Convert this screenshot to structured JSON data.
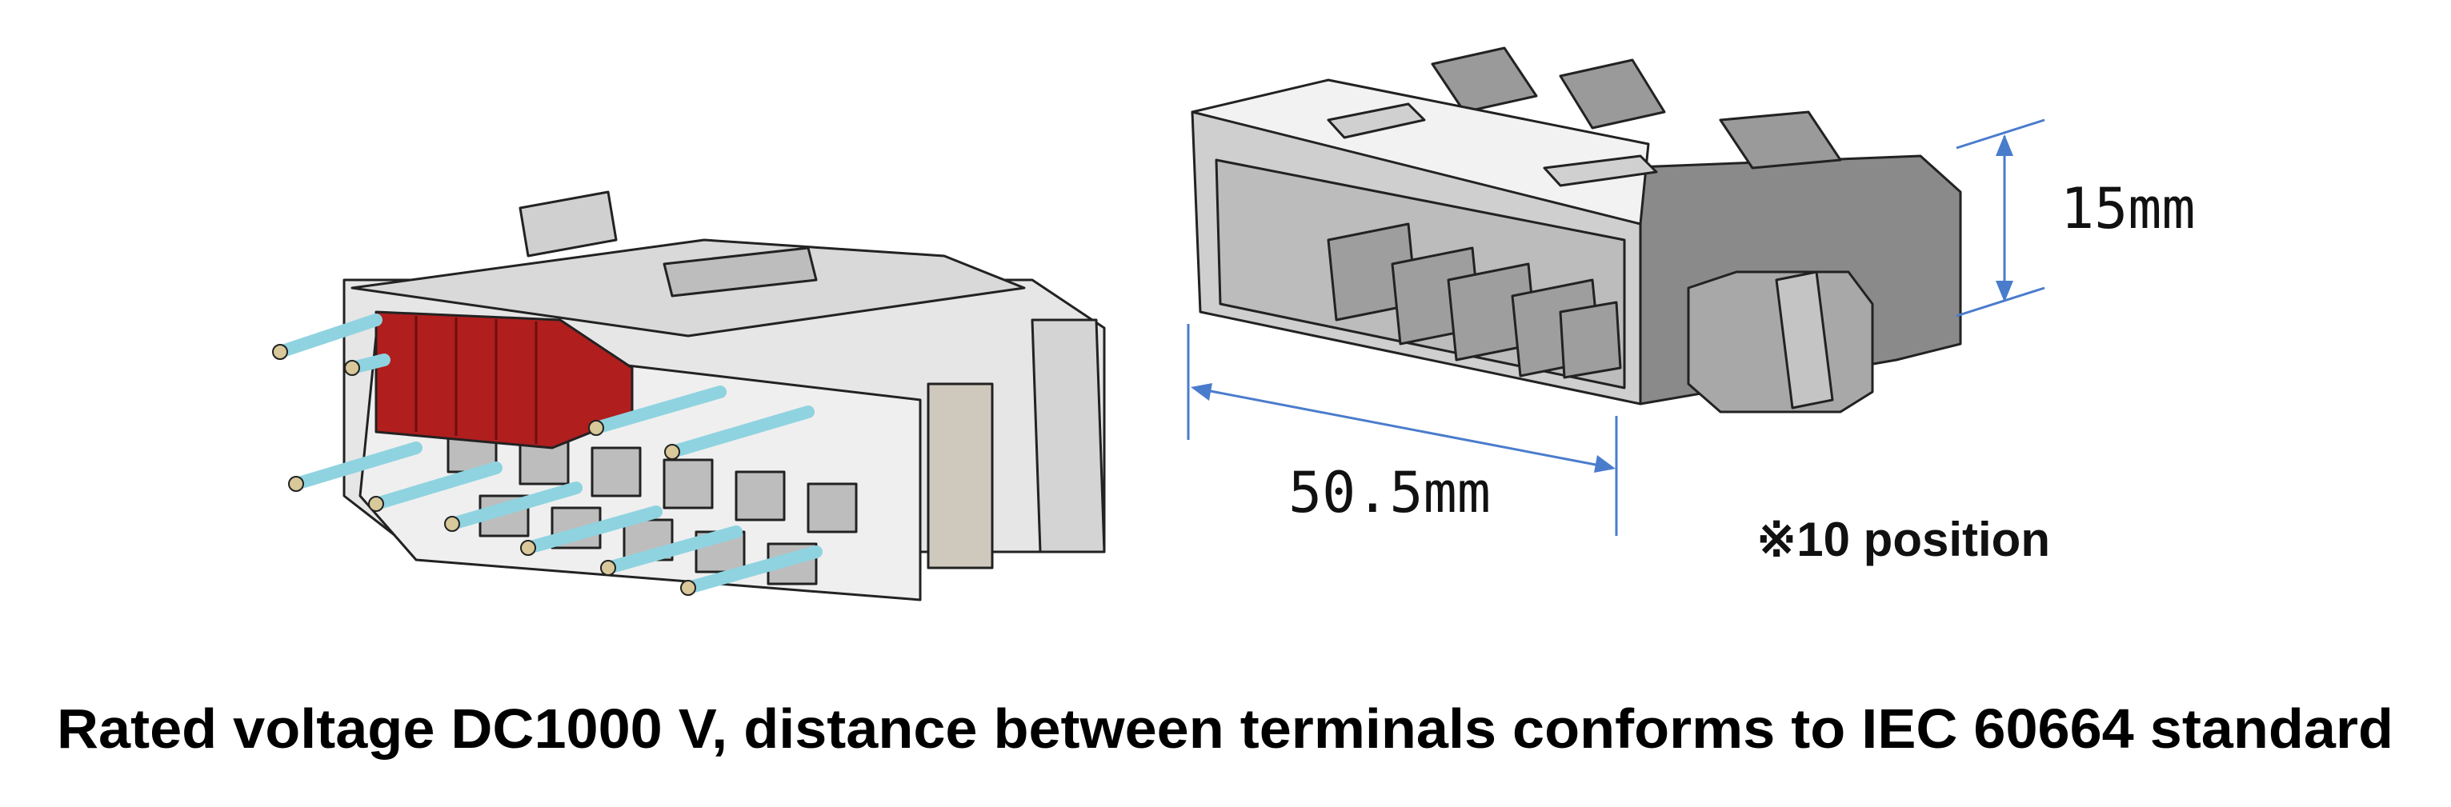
{
  "figure": {
    "connector_left": {
      "name": "connector-assembly-with-terminals"
    },
    "connector_right": {
      "name": "connector-housing"
    },
    "dimensions": {
      "height_label": "15mm",
      "width_label": "50.5mm"
    },
    "note": "※10 position",
    "caption": "Rated voltage DC1000 V, distance between terminals conforms to IEC 60664 standard"
  },
  "colors": {
    "housing_light": "#e6e6e6",
    "housing_mid": "#c8c8c8",
    "housing_dark": "#7a7a7a",
    "latch_red": "#b01e1e",
    "terminal_pin": "#8fd3e0",
    "terminal_tip": "#d8c89a",
    "dimension_line": "#4a7ccc",
    "outline": "#222222"
  }
}
